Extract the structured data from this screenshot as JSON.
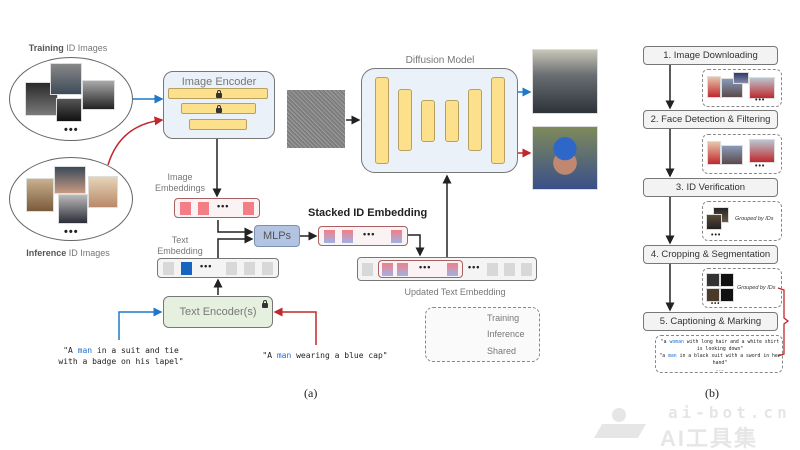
{
  "figure": {
    "panel_a_label": "(a)",
    "panel_b_label": "(b)"
  },
  "training_images": {
    "label_bold": "Training",
    "label_rest": " ID Images",
    "dots": "•••"
  },
  "inference_images": {
    "label_bold": "Inference",
    "label_rest": " ID Images",
    "dots": "•••"
  },
  "image_encoder": {
    "title": "Image Encoder"
  },
  "image_embeddings": {
    "label_line1": "Image",
    "label_line2": "Embeddings",
    "dots": "•••"
  },
  "text_embedding": {
    "label_line1": "Text",
    "label_line2": "Embedding",
    "dots": "•••"
  },
  "mlps": {
    "label": "MLPs"
  },
  "stacked_id": {
    "label": "Stacked ID Embedding",
    "dots": "•••"
  },
  "updated_text": {
    "label": "Updated Text Embedding",
    "dots": "•••"
  },
  "diffusion": {
    "title": "Diffusion Model"
  },
  "text_encoder": {
    "label": "Text Encoder(s)"
  },
  "prompts": {
    "training": {
      "pre": "\"A ",
      "hl": "man",
      "post1": " in a suit and tie",
      "post2": "with a badge on his lapel\""
    },
    "inference": {
      "pre": "\"A ",
      "hl": "man",
      "post": " wearing a blue cap\""
    }
  },
  "legend": {
    "items": [
      {
        "label": "Training",
        "color": "#1f78c8"
      },
      {
        "label": "Inference",
        "color": "#c0282d"
      },
      {
        "label": "Shared",
        "color": "#222222"
      }
    ]
  },
  "pipeline": {
    "steps": [
      "1. Image Downloading",
      "2. Face Detection & Filtering",
      "3. ID Verification",
      "4. Cropping & Segmentation",
      "5. Captioning & Marking"
    ],
    "grouped_label": "Grouped by IDs",
    "dots": "•••",
    "captions": {
      "c1_pre": "\"a ",
      "c1_hl": "woman",
      "c1_post1": " with long hair and a white shirt",
      "c1_post2": "is looking down\"",
      "c2_pre": "\"a ",
      "c2_hl": "man",
      "c2_post1": " in a black suit with a sword in her",
      "c2_post2": "hand\"",
      "c3": "..."
    }
  },
  "watermark": {
    "line1": "ai-bot.cn",
    "line2": "AI工具集"
  },
  "colors": {
    "training": "#1f78c8",
    "inference": "#c0282d",
    "shared": "#222222"
  }
}
